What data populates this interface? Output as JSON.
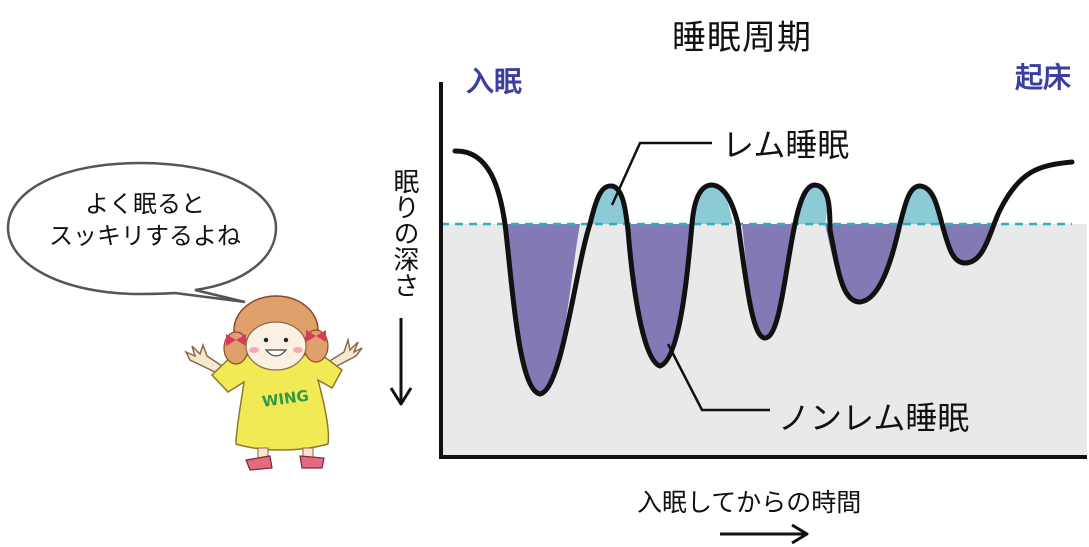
{
  "title": "睡眠周期",
  "markers": {
    "start": "入眠",
    "end": "起床"
  },
  "y_axis_label": "眠りの深さ",
  "x_axis_label": "入眠してからの時間",
  "labels": {
    "rem": "レム睡眠",
    "nrem": "ノンレム睡眠"
  },
  "speech_bubble": {
    "line1": "よく眠ると",
    "line2": "スッキリするよね"
  },
  "character_shirt_text": "WING",
  "colors": {
    "rem_fill": "#8ccbd6",
    "nrem_fill": "#8479b4",
    "background_fill": "#e8e9e9",
    "threshold_line": "#2cb0c4",
    "marker_text": "#3b3fa0"
  }
}
